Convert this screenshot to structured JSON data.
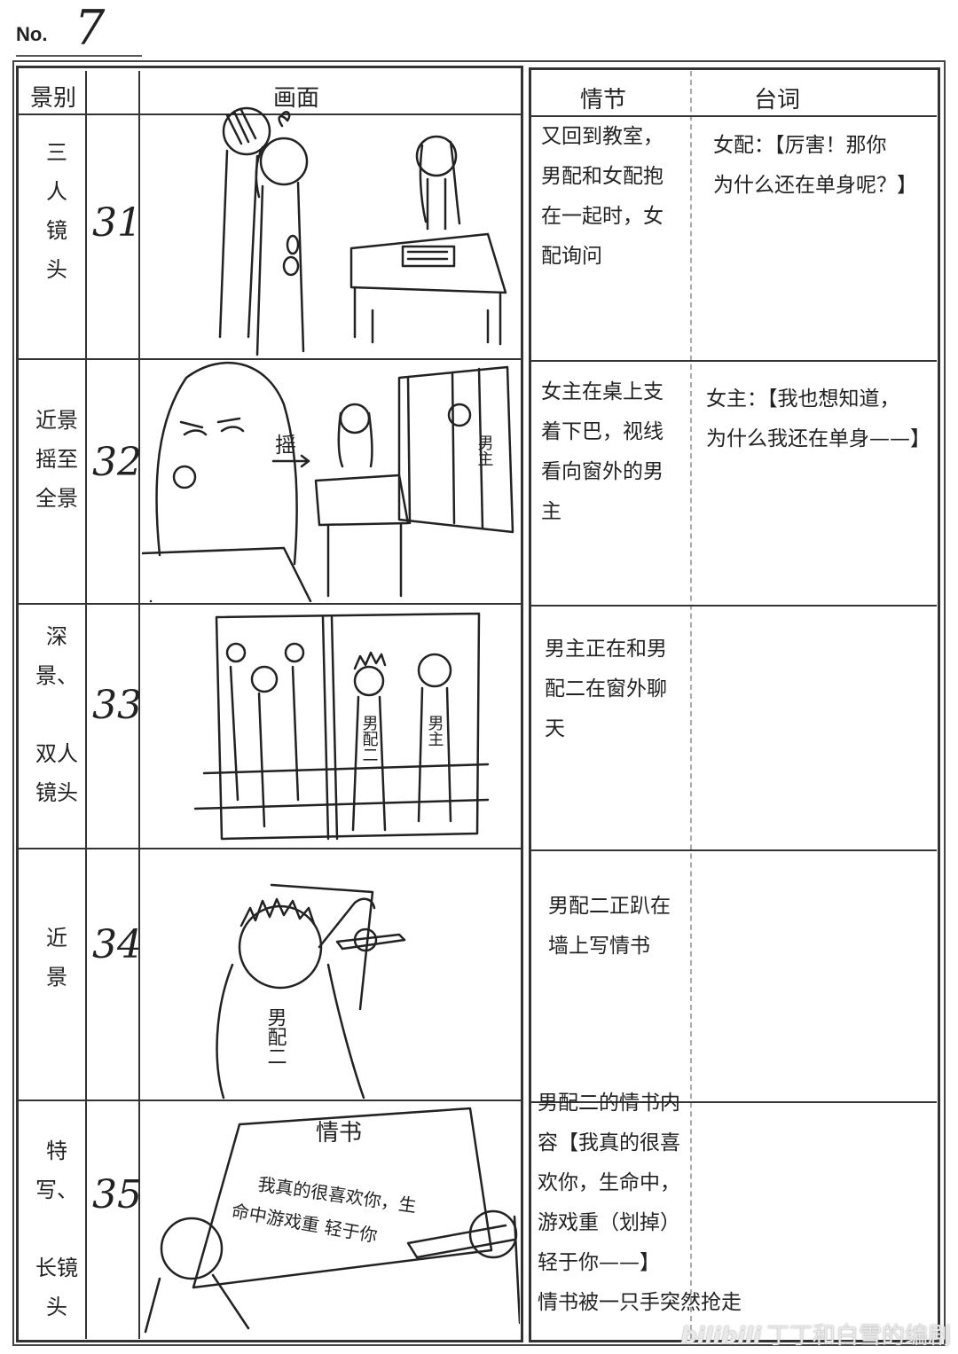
{
  "page": {
    "no_label": "No.",
    "no_value": "7"
  },
  "headers": {
    "shot_type": "景别",
    "picture": "画面",
    "plot": "情节",
    "dialogue": "台词"
  },
  "rows": [
    {
      "shot_type": "三\n人\n镜\n头",
      "number": "31",
      "plot": "又回到教室，\n男配和女配抱\n在一起时，女\n配询问",
      "dialogue": "女配：【厉害！那你\n为什么还在单身呢？】"
    },
    {
      "shot_type": "近景\n摇至\n全景",
      "number": "32",
      "plot": "女主在桌上支\n着下巴，视线\n看向窗外的男\n主",
      "dialogue": "女主：【我也想知道，\n为什么我还在单身——】",
      "sketch_labels": {
        "pan": "摇",
        "male_lead": "男主"
      }
    },
    {
      "shot_type": "深景、\n\n双人\n镜头",
      "number": "33",
      "plot": "男主正在和男\n配二在窗外聊\n天",
      "dialogue": "",
      "sketch_labels": {
        "male_second": "男配二",
        "male_lead": "男主"
      }
    },
    {
      "shot_type": "近\n景",
      "number": "34",
      "plot": "男配二正趴在\n墙上写情书",
      "dialogue": "",
      "sketch_labels": {
        "male_second": "男配二"
      }
    },
    {
      "shot_type": "特写、\n\n长镜\n头",
      "number": "35",
      "plot": "男配二的情书内\n容【我真的很喜\n欢你，生命中，\n游戏重（划掉）\n轻于你——】\n情书被一只手突然抢走",
      "dialogue": "",
      "sketch_labels": {
        "letter_title": "情书",
        "letter_line1": "我真的很喜欢你，生",
        "letter_line2": "命中游戏重 轻于你"
      }
    }
  ],
  "watermark": {
    "logo": "bilibili",
    "text": "丁丁和白雪的编剧"
  }
}
